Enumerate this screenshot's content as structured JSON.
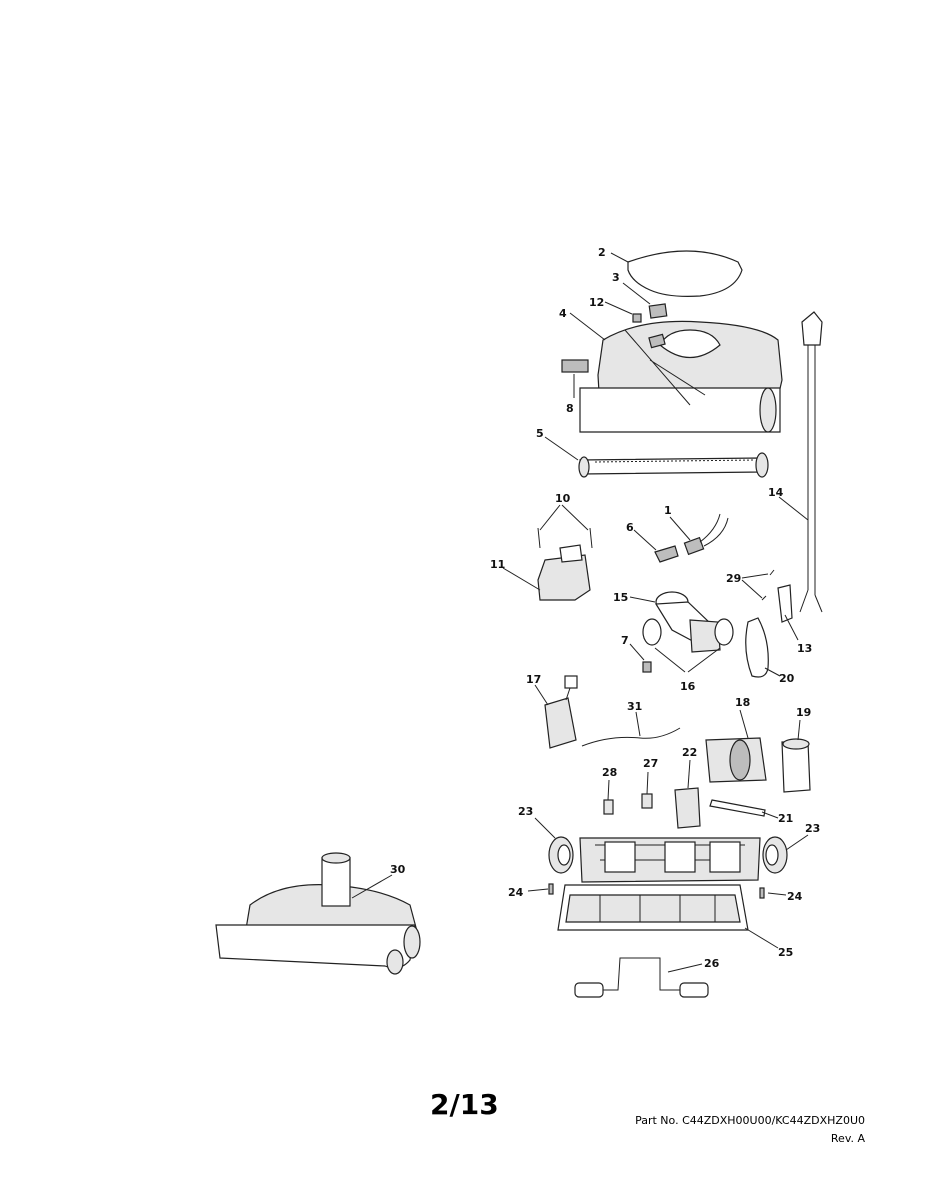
{
  "callouts": {
    "c1": "1",
    "c2": "2",
    "c3": "3",
    "c4": "4",
    "c5": "5",
    "c6": "6",
    "c7": "7",
    "c8": "8",
    "c10": "10",
    "c11": "11",
    "c12": "12",
    "c13": "13",
    "c14": "14",
    "c15": "15",
    "c16": "16",
    "c17": "17",
    "c18": "18",
    "c19": "19",
    "c20": "20",
    "c21": "21",
    "c22": "22",
    "c23a": "23",
    "c23b": "23",
    "c24a": "24",
    "c24b": "24",
    "c25": "25",
    "c26": "26",
    "c27": "27",
    "c28": "28",
    "c29": "29",
    "c30": "30",
    "c31": "31"
  },
  "footer": {
    "page_number": "2/13",
    "part_no": "Part No. C44ZDXH00U00/KC44ZDXHZ0U0",
    "revision": "Rev. A"
  }
}
